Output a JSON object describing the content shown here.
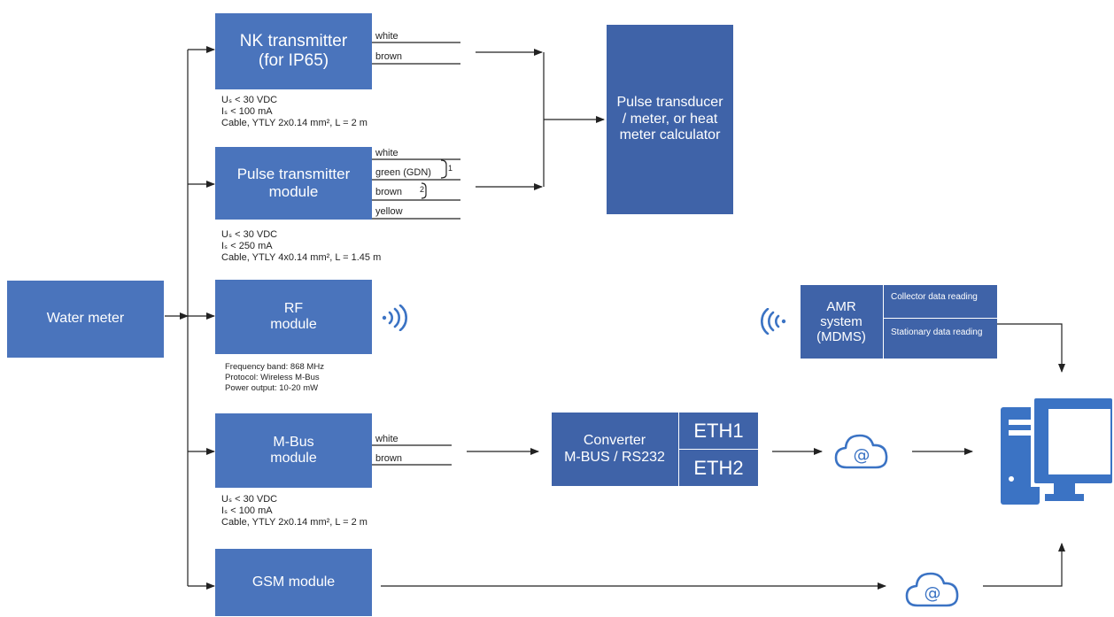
{
  "water_meter": "Water meter",
  "nk": {
    "line1": "NK transmitter",
    "line2": "(for IP65)",
    "wires": [
      "white",
      "brown"
    ],
    "specs": [
      "Uₛ < 30 VDC",
      "Iₛ < 100 mA",
      "Cable, YTLY 2x0.14 mm², L = 2 m"
    ]
  },
  "pulse": {
    "line1": "Pulse transmitter",
    "line2": "module",
    "wires": [
      "white",
      "green (GDN)",
      "brown",
      "yellow"
    ],
    "bracket_marks": [
      "1",
      "2"
    ],
    "specs": [
      "Uₛ < 30 VDC",
      "Iₛ < 250 mA",
      "Cable, YTLY 4x0.14 mm², L = 1.45 m"
    ]
  },
  "rf": {
    "line1": "RF",
    "line2": "module",
    "specs": [
      "Frequency band: 868 MHz",
      "Protocol: Wireless M-Bus",
      "Power output: 10-20 mW"
    ]
  },
  "mbus": {
    "line1": "M-Bus",
    "line2": "module",
    "wires": [
      "white",
      "brown"
    ],
    "specs": [
      "Uₛ < 30 VDC",
      "Iₛ < 100 mA",
      "Cable, YTLY 2x0.14 mm², L = 2 m"
    ]
  },
  "gsm": "GSM module",
  "transducer": {
    "line1": "Pulse transducer",
    "line2": "/ meter, or heat",
    "line3": "meter calculator"
  },
  "converter": {
    "line1": "Converter",
    "line2": "M-BUS / RS232",
    "eth1": "ETH1",
    "eth2": "ETH2"
  },
  "amr": {
    "line1": "AMR",
    "line2": "system",
    "line3": "(MDMS)",
    "opt1": "Collector data reading",
    "opt2": "Stationary data reading"
  },
  "icons": [
    "wireless-signal-icon",
    "cloud-at-icon",
    "desktop-computer-icon"
  ],
  "colors": {
    "box": "#4a74bc",
    "box_dark": "#3f63a8",
    "line": "#222222",
    "icon": "#3b73c4"
  }
}
